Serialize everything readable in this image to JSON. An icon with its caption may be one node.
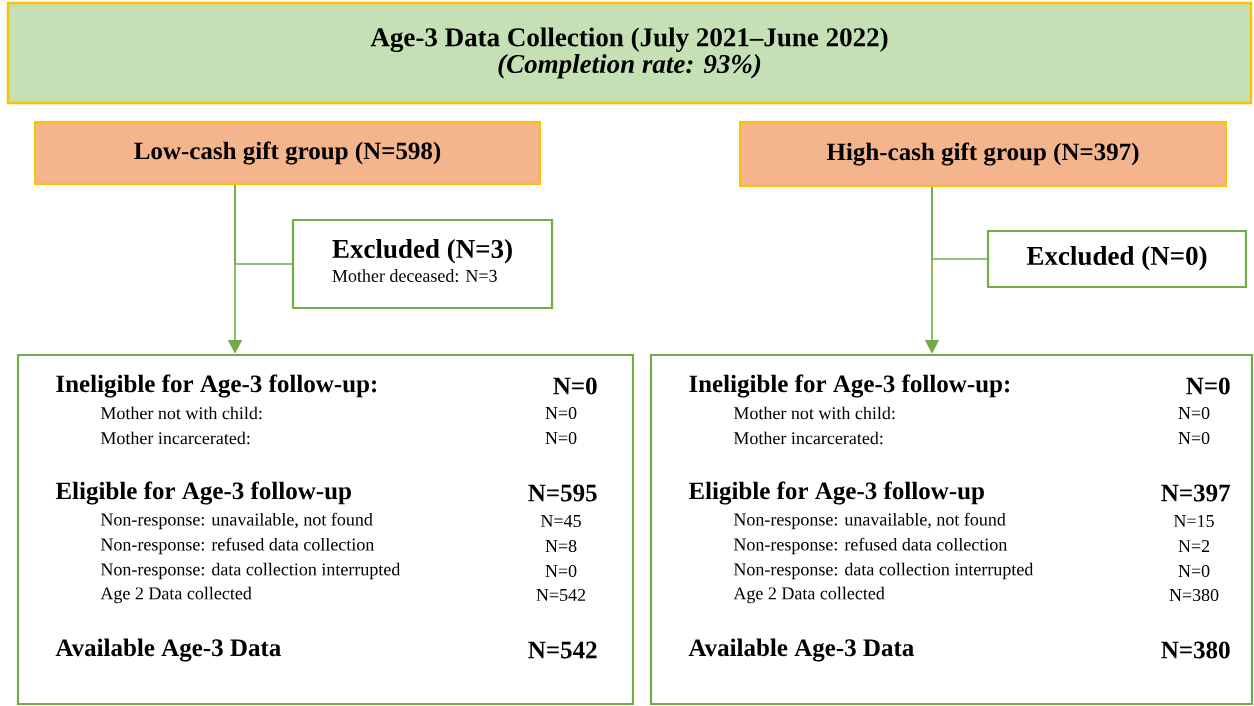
{
  "diagram": {
    "nodes": [
      {
        "text": [
          "Age-3 Data Collection (July 2021–June 2022)",
          "(Completion rate: 93%)"
        ]
      },
      {
        "text": [
          "Low-cash gift group (N=598)"
        ]
      },
      {
        "text": [
          "Excluded (N=3)",
          "Mother deceased: N=3"
        ]
      },
      {
        "text": [
          "Ineligible for Age-3 follow-up:",
          "N=0",
          "Mother not with child:",
          "N=0",
          "Mother incarcerated:",
          "N=0",
          "Eligible for Age-3 follow-up",
          "N=595",
          "Non-response: unavailable, not found",
          "N=45",
          "Non-response: refused data collection",
          "N=8",
          "Non-response: data collection interrupted",
          "N=0",
          "Age 2 Data collected",
          "N=542",
          "Available Age-3 Data",
          "N=542"
        ]
      },
      {
        "text": [
          "High-cash gift group (N=397)"
        ]
      },
      {
        "text": [
          "Excluded (N=0)"
        ]
      },
      {
        "text": [
          "Ineligible for Age-3 follow-up:",
          "N=0",
          "Mother not with child:",
          "N=0",
          "Mother incarcerated:",
          "N=0",
          "Eligible for Age-3 follow-up",
          "N=397",
          "Non-response: unavailable, not found",
          "N=15",
          "Non-response: refused data collection",
          "N=2",
          "Non-response: data collection interrupted",
          "N=0",
          "Age 2 Data collected",
          "N=380",
          "Available Age-3 Data",
          "N=380"
        ]
      }
    ],
    "edges": [
      {
        "from": 1,
        "to": 3,
        "arrow": "to"
      },
      {
        "from": 1,
        "to": 2,
        "arrow": "none"
      },
      {
        "from": 4,
        "to": 6,
        "arrow": "to"
      },
      {
        "from": 4,
        "to": 5,
        "arrow": "none"
      }
    ]
  }
}
